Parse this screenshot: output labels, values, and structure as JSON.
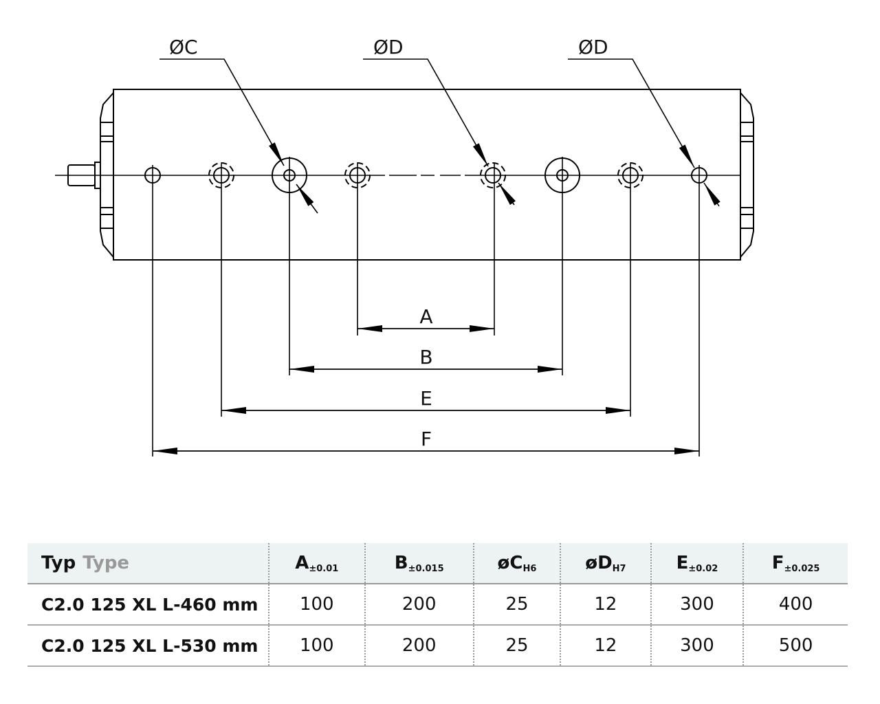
{
  "drawing": {
    "labels": {
      "c_leader": "ØC",
      "d_leader_1": "ØD",
      "d_leader_2": "ØD",
      "a": "A",
      "b": "B",
      "e": "E",
      "f": "F"
    }
  },
  "table": {
    "header": {
      "typ_de": "Typ",
      "typ_en": "Type",
      "columns": [
        {
          "name": "A",
          "tol": "±0.01"
        },
        {
          "name": "B",
          "tol": "±0.015"
        },
        {
          "name": "øC",
          "tol": "H6"
        },
        {
          "name": "øD",
          "tol": "H7"
        },
        {
          "name": "E",
          "tol": "±0.02"
        },
        {
          "name": "F",
          "tol": "±0.025"
        }
      ]
    },
    "rows": [
      {
        "type": "C2.0 125 XL L-460 mm",
        "values": [
          "100",
          "200",
          "25",
          "12",
          "300",
          "400"
        ]
      },
      {
        "type": "C2.0 125 XL L-530 mm",
        "values": [
          "100",
          "200",
          "25",
          "12",
          "300",
          "500"
        ]
      }
    ]
  }
}
